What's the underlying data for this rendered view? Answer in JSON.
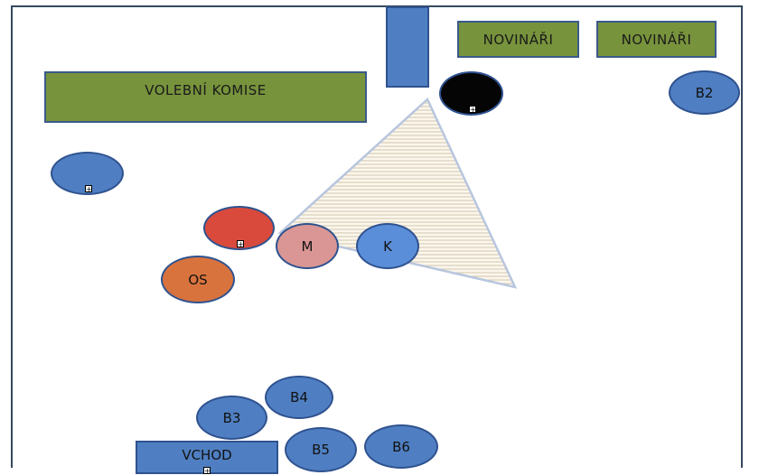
{
  "labels": {
    "commission": "VOLEBNÍ KOMISE",
    "press1": "NOVINÁŘI",
    "press2": "NOVINÁŘI",
    "b2": "B2",
    "b3": "B3",
    "b4": "B4",
    "b5": "B5",
    "b6": "B6",
    "os": "OS",
    "m": "M",
    "k": "K",
    "entrance": "VCHOD"
  },
  "colors": {
    "green": "#77933c",
    "blue": "#4f7fc2",
    "red": "#d94a3c",
    "orange": "#d9733e",
    "pink": "#d99694",
    "black": "#050505"
  },
  "icons": {
    "expand": "plus-box-icon"
  }
}
